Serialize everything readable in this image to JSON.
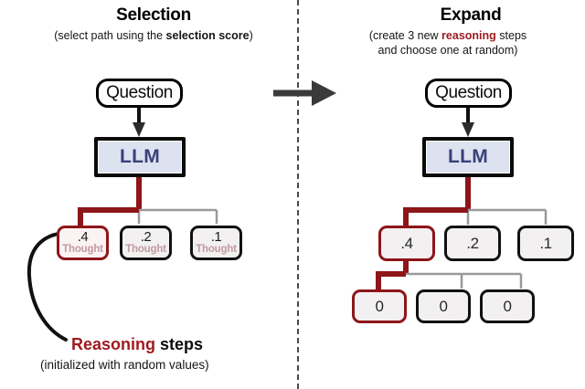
{
  "figure": {
    "background": "#ffffff",
    "accent_red": "#9e1b20",
    "path_red": "#8e1519",
    "edge_gray": "#9a9a9a",
    "llm_fill": "#dde2f0",
    "llm_text": "#39407a"
  },
  "panels": [
    {
      "id": "selection",
      "title": "Selection",
      "subtitle_prefix": "(select path using the ",
      "subtitle_bold": "selection score",
      "subtitle_suffix": ")",
      "question_label": "Question",
      "llm_label": "LLM",
      "children": [
        {
          "score": ".4",
          "label": "Thought",
          "selected": true
        },
        {
          "score": ".2",
          "label": "Thought",
          "selected": false
        },
        {
          "score": ".1",
          "label": "Thought",
          "selected": false
        }
      ],
      "caption": {
        "highlight": "Reasoning",
        "rest": " steps",
        "sub": "(initialized with random values)"
      }
    },
    {
      "id": "expand",
      "title": "Expand",
      "subtitle_line1_prefix": "(create 3 new ",
      "subtitle_line1_bold": "reasoning",
      "subtitle_line1_suffix": " steps",
      "subtitle_line2": "and choose one at random)",
      "question_label": "Question",
      "llm_label": "LLM",
      "children": [
        {
          "score": ".4",
          "selected": true
        },
        {
          "score": ".2",
          "selected": false
        },
        {
          "score": ".1",
          "selected": false
        }
      ],
      "grandchildren": [
        {
          "score": "0",
          "selected": true
        },
        {
          "score": "0",
          "selected": false
        },
        {
          "score": "0",
          "selected": false
        }
      ]
    }
  ],
  "transition": {
    "arrow": "right-arrow-icon"
  }
}
